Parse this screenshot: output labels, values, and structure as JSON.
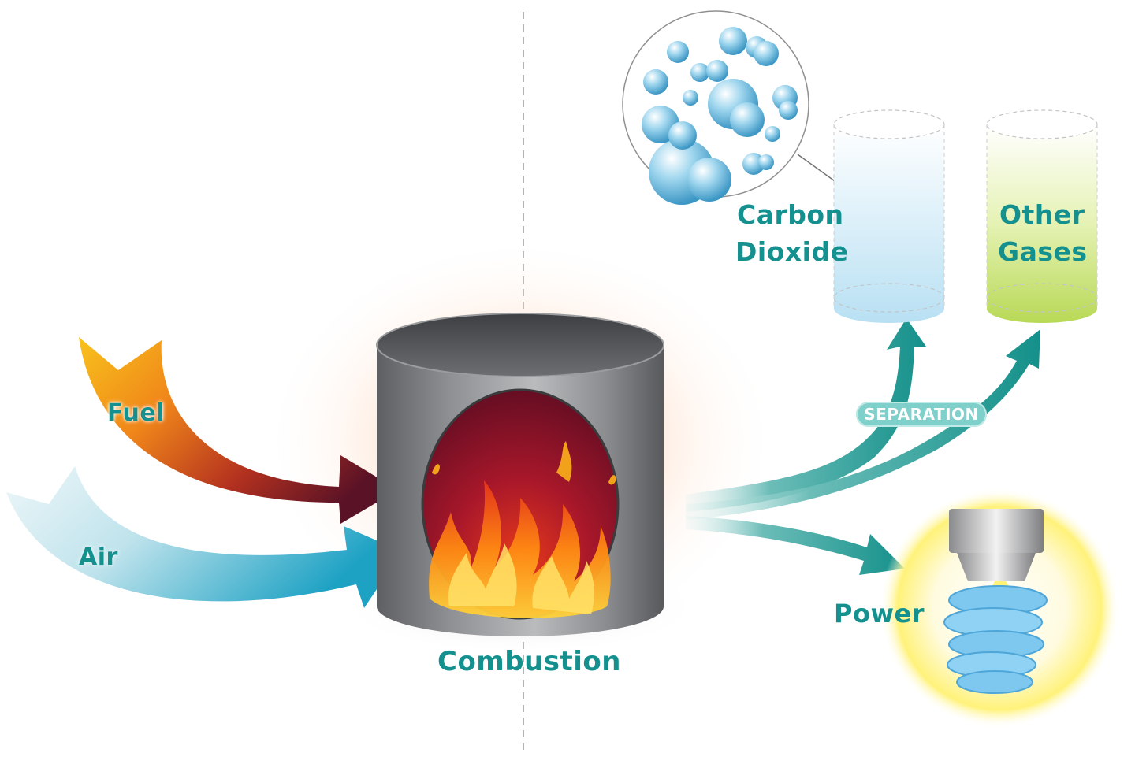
{
  "labels": {
    "fuel": "Fuel",
    "air": "Air",
    "combustion": "Combustion",
    "carbon_dioxide_line1": "Carbon",
    "carbon_dioxide_line2": "Dioxide",
    "other_gases_line1": "Other",
    "other_gases_line2": "Gases",
    "separation": "SEPARATION",
    "power": "Power"
  },
  "colors": {
    "label_teal": "#14918f",
    "flow_teal": "#1a8f8a",
    "fuel_start": "#f6b21a",
    "fuel_end": "#5a1226",
    "air_start": "#e6f3f6",
    "air_end": "#2aa7c7",
    "chamber_gray": "#6c6e71",
    "fire_dark": "#6b0f25",
    "co2_blue": "#bfe2f3",
    "other_green": "#c6e07a",
    "glow_yellow": "#fff7a8"
  },
  "icons": [
    "fuel-arrow-icon",
    "air-arrow-icon",
    "combustion-chamber-icon",
    "flame-icon",
    "co2-molecules-icon",
    "co2-cylinder-icon",
    "other-gases-cylinder-icon",
    "light-bulb-icon"
  ]
}
